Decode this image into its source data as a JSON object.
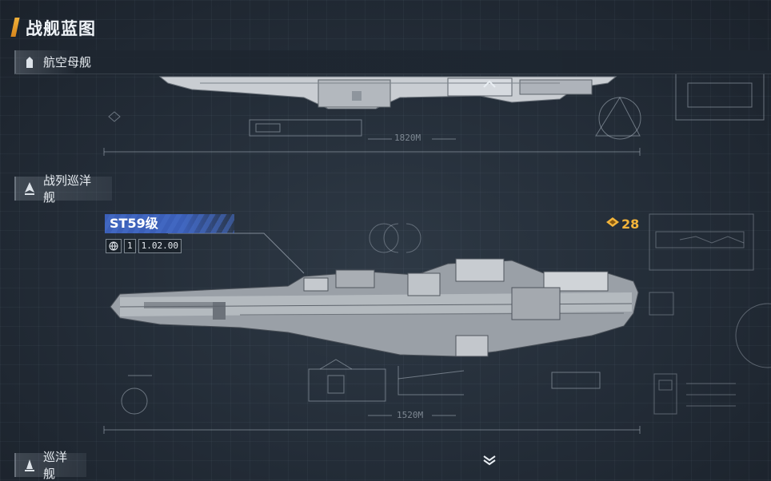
{
  "page": {
    "title": "战舰蓝图"
  },
  "sections": {
    "carrier": {
      "label": "航空母舰"
    },
    "battlecruiser": {
      "label": "战列巡洋舰"
    },
    "cruiser": {
      "label": "巡洋舰"
    }
  },
  "ship": {
    "name": "ST59级",
    "version_index": "1",
    "version": "1.02.00",
    "cost": "28"
  },
  "blueprint": {
    "length_top": "1820M",
    "length_bottom": "1520M"
  },
  "colors": {
    "accent": "#f0b13a",
    "tag_blue": "#3b5fb8",
    "cost_gold": "#f3b43a"
  }
}
